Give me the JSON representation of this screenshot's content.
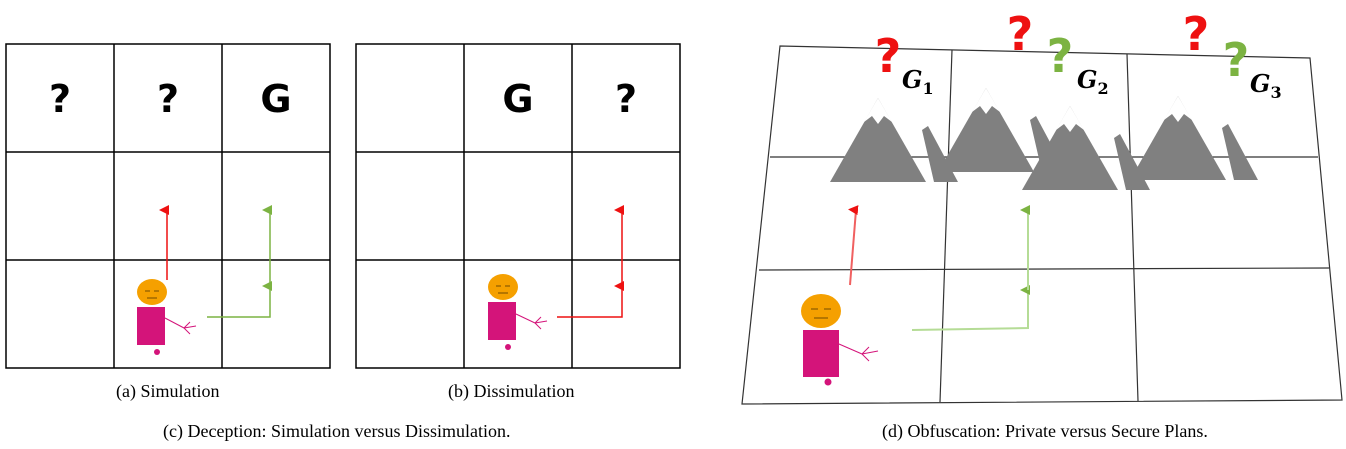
{
  "panel_a": {
    "cells_top": [
      "?",
      "?",
      "G"
    ],
    "caption": "(a) Simulation"
  },
  "panel_b": {
    "cells_top": [
      "",
      "G",
      "?"
    ],
    "caption": "(b) Dissimulation"
  },
  "panel_d": {
    "goals": [
      {
        "label": "G",
        "sub": "1"
      },
      {
        "label": "G",
        "sub": "2"
      },
      {
        "label": "G",
        "sub": "3"
      }
    ],
    "question_mark": "?"
  },
  "caption_c": "(c) Deception: Simulation versus Dissimulation.",
  "caption_d": "(d) Obfuscation: Private versus Secure Plans.",
  "colors": {
    "red": "#ee1111",
    "green": "#7cb342",
    "agent_head": "#f5a000",
    "agent_body": "#d4147a",
    "mountain": "#808080"
  }
}
